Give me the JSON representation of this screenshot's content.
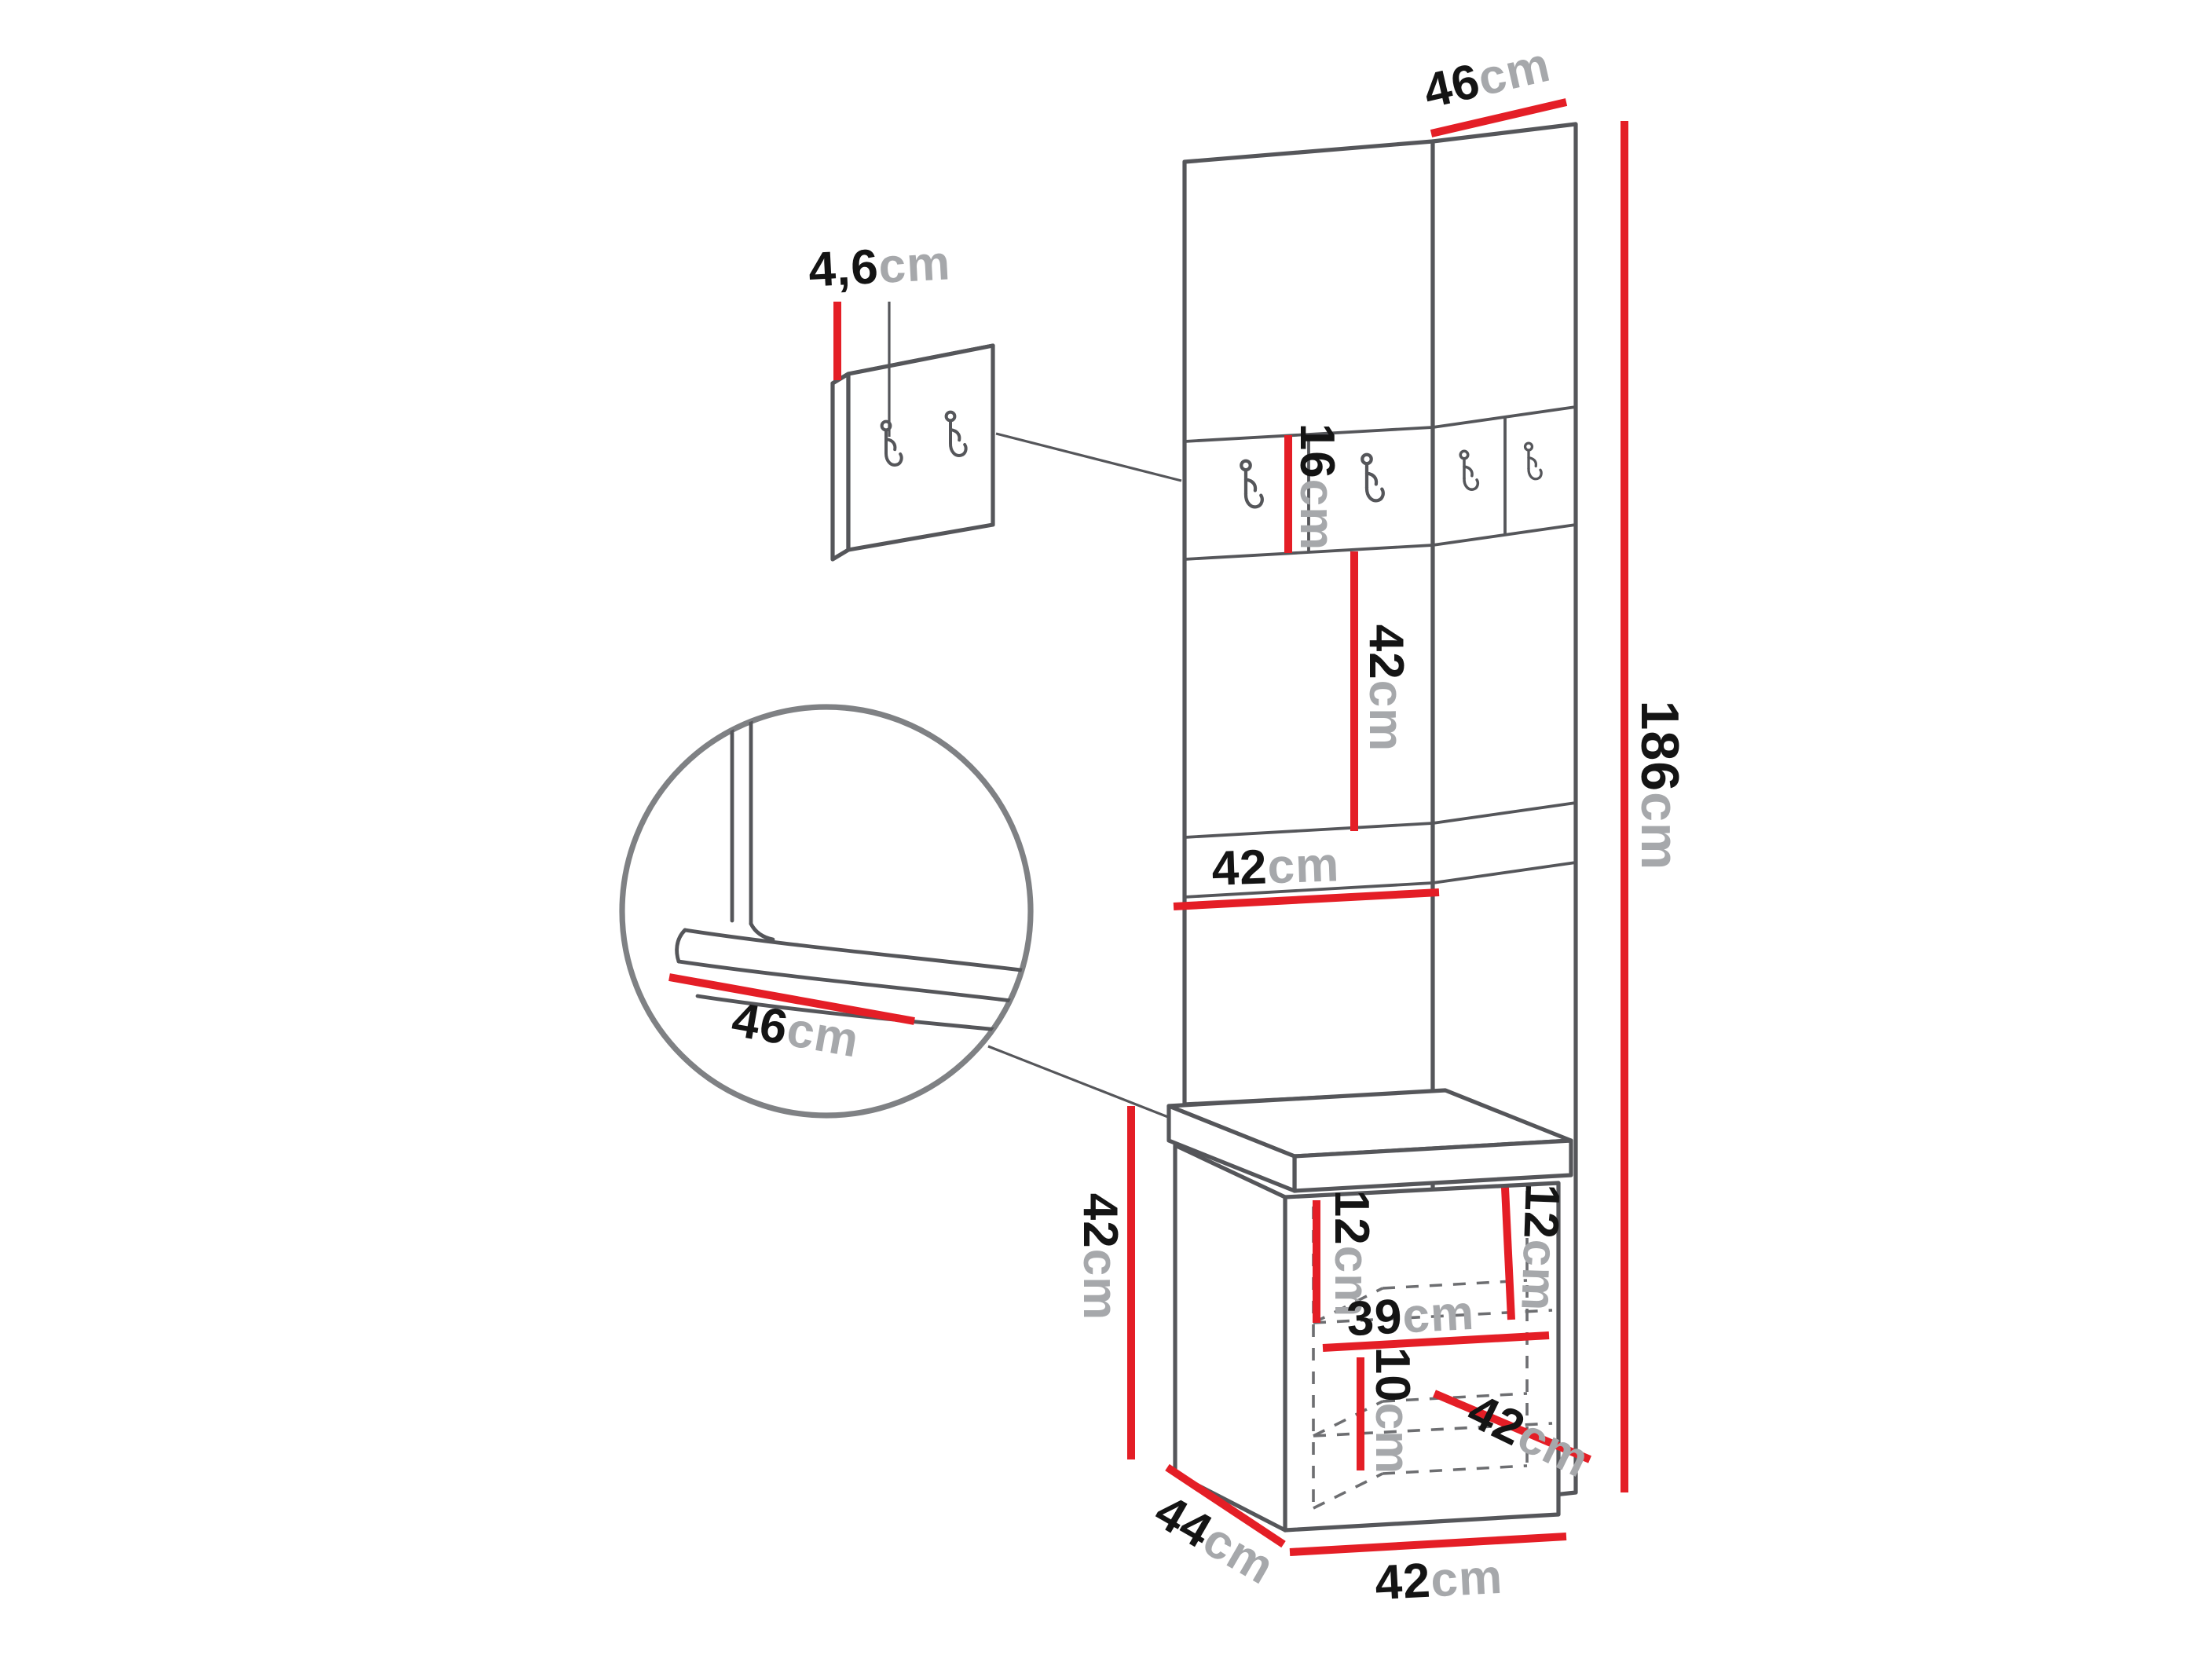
{
  "colors": {
    "background": "#ffffff",
    "artwork_line": "#55565a",
    "dashed_line": "#6d6e71",
    "dimension_red": "#e41e26",
    "number_text": "#141414",
    "unit_text": "#a6a8ab"
  },
  "icons": {
    "coat_hook": "double-coat-hook-icon"
  },
  "labels": {
    "top_width": {
      "value": "46",
      "unit": "cm"
    },
    "panel_thickness": {
      "value": "4,6",
      "unit": "cm"
    },
    "hook_strip_height": {
      "value": "16",
      "unit": "cm"
    },
    "upper_section_height": {
      "value": "42",
      "unit": "cm"
    },
    "panel_width": {
      "value": "42",
      "unit": "cm"
    },
    "total_height": {
      "value": "186",
      "unit": "cm"
    },
    "seat_detail_depth": {
      "value": "46",
      "unit": "cm"
    },
    "bench_height": {
      "value": "42",
      "unit": "cm"
    },
    "bench_top_left_inner_height": {
      "value": "12",
      "unit": "cm"
    },
    "bench_top_right_inner_height": {
      "value": "12",
      "unit": "cm"
    },
    "bench_inner_width": {
      "value": "39",
      "unit": "cm"
    },
    "bench_plinth_height": {
      "value": "10",
      "unit": "cm"
    },
    "bench_side_depth": {
      "value": "42",
      "unit": "cm"
    },
    "bench_depth": {
      "value": "44",
      "unit": "cm"
    },
    "bench_width": {
      "value": "42",
      "unit": "cm"
    }
  }
}
